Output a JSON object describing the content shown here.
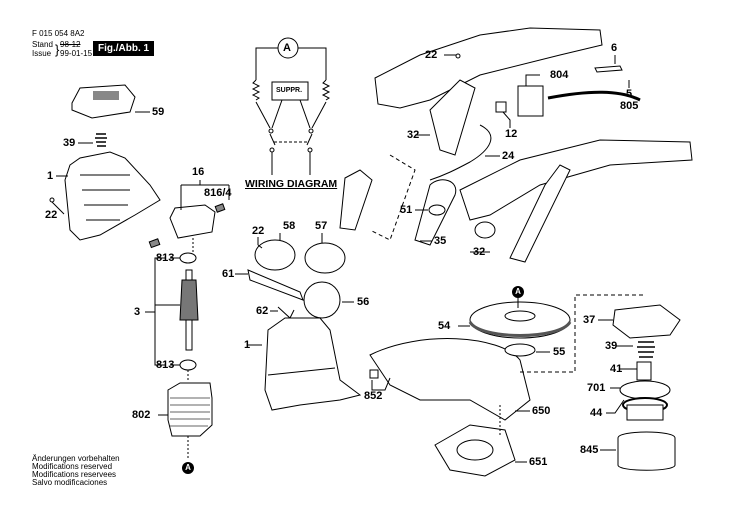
{
  "header": {
    "part_number": "F 015 054 8A2",
    "stand_label": "Stand",
    "issue_label": "Issue",
    "old_date": "98-12",
    "issue_date": "99-01-15",
    "figure_badge": "Fig./Abb. 1"
  },
  "wiring_diagram": {
    "title": "WIRING DIAGRAM",
    "motor_label": "A",
    "suppressor_label": "SUPPR."
  },
  "footer_notes": [
    "Änderungen vorbehalten",
    "Modifications reserved",
    "Modifications reservees",
    "Salvo modificaciones"
  ],
  "callouts": {
    "ref_marker": "A",
    "parts": [
      {
        "id": "59",
        "label": "59"
      },
      {
        "id": "39a",
        "label": "39"
      },
      {
        "id": "1a",
        "label": "1"
      },
      {
        "id": "22a",
        "label": "22"
      },
      {
        "id": "16",
        "label": "16"
      },
      {
        "id": "816_4",
        "label": "816/4"
      },
      {
        "id": "813a",
        "label": "813"
      },
      {
        "id": "3",
        "label": "3"
      },
      {
        "id": "813b",
        "label": "813"
      },
      {
        "id": "802",
        "label": "802"
      },
      {
        "id": "22b",
        "label": "22"
      },
      {
        "id": "6",
        "label": "6"
      },
      {
        "id": "804",
        "label": "804"
      },
      {
        "id": "5",
        "label": "5"
      },
      {
        "id": "805",
        "label": "805"
      },
      {
        "id": "32a",
        "label": "32"
      },
      {
        "id": "12",
        "label": "12"
      },
      {
        "id": "24",
        "label": "24"
      },
      {
        "id": "51",
        "label": "51"
      },
      {
        "id": "35",
        "label": "35"
      },
      {
        "id": "32b",
        "label": "32"
      },
      {
        "id": "22c",
        "label": "22"
      },
      {
        "id": "58",
        "label": "58"
      },
      {
        "id": "57",
        "label": "57"
      },
      {
        "id": "61",
        "label": "61"
      },
      {
        "id": "56",
        "label": "56"
      },
      {
        "id": "62",
        "label": "62"
      },
      {
        "id": "1b",
        "label": "1"
      },
      {
        "id": "54",
        "label": "54"
      },
      {
        "id": "55",
        "label": "55"
      },
      {
        "id": "37",
        "label": "37"
      },
      {
        "id": "39b",
        "label": "39"
      },
      {
        "id": "41",
        "label": "41"
      },
      {
        "id": "701",
        "label": "701"
      },
      {
        "id": "44",
        "label": "44"
      },
      {
        "id": "845",
        "label": "845"
      },
      {
        "id": "852",
        "label": "852"
      },
      {
        "id": "650",
        "label": "650"
      },
      {
        "id": "651",
        "label": "651"
      }
    ]
  }
}
